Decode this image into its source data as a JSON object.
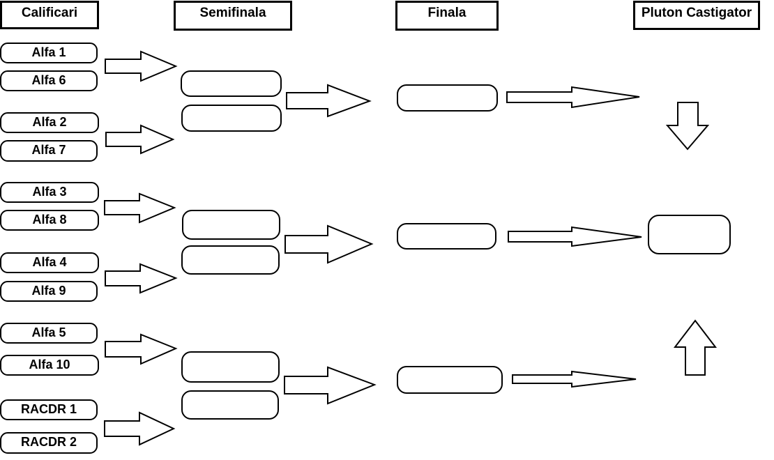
{
  "stages": {
    "qualifiers": "Calificari",
    "semifinal": "Semifinala",
    "final": "Finala",
    "winner": "Pluton Castigator"
  },
  "teams": [
    "Alfa 1",
    "Alfa 6",
    "Alfa 2",
    "Alfa 7",
    "Alfa 3",
    "Alfa 8",
    "Alfa 4",
    "Alfa 9",
    "Alfa 5",
    "Alfa 10",
    "RACDR 1",
    "RACDR 2"
  ],
  "colors": {
    "stroke": "#000000",
    "fill": "#ffffff"
  }
}
